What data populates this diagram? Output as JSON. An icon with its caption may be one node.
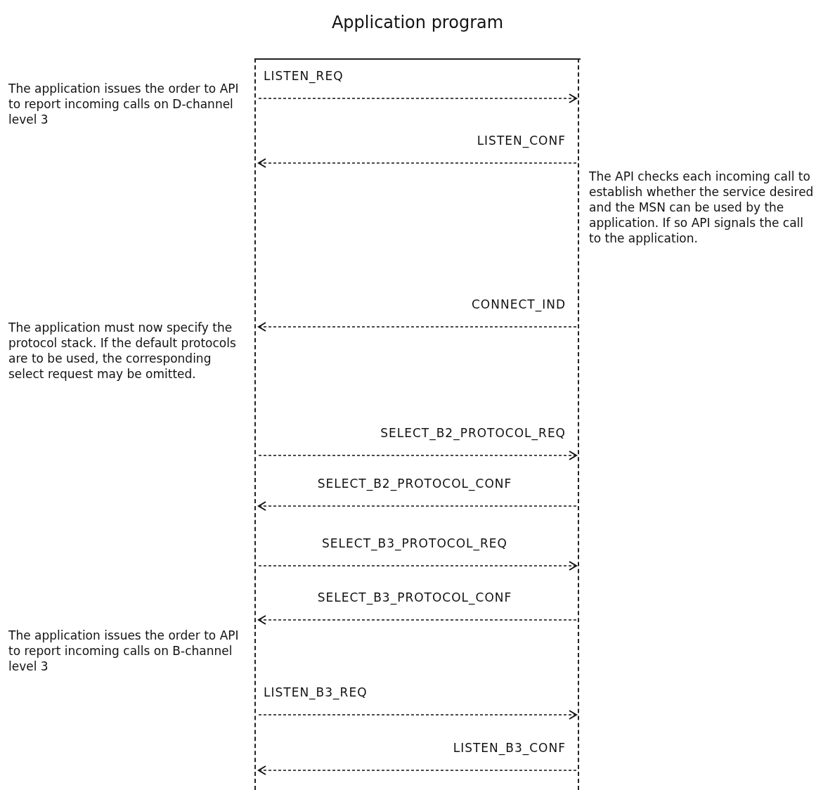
{
  "diagram": {
    "nodes": [
      {
        "text": [
          "Application program"
        ]
      },
      {
        "text": [],
        "shape": "bar",
        "in": 0
      },
      {
        "text": [],
        "shape": "bar",
        "in": 0
      }
    ],
    "edges": [
      {
        "from": 1,
        "to": 2,
        "arrow": "to",
        "label": "LISTEN_REQ",
        "style": "dashed"
      },
      {
        "from": 2,
        "to": 1,
        "arrow": "to",
        "label": "LISTEN_CONF",
        "style": "dashed"
      },
      {
        "from": 2,
        "to": 1,
        "arrow": "to",
        "label": "CONNECT_IND",
        "style": "dashed"
      },
      {
        "from": 1,
        "to": 2,
        "arrow": "to",
        "label": "SELECT_B2_PROTOCOL_REQ",
        "style": "dashed"
      },
      {
        "from": 2,
        "to": 1,
        "arrow": "to",
        "label": "SELECT_B2_PROTOCOL_CONF",
        "style": "dashed"
      },
      {
        "from": 1,
        "to": 2,
        "arrow": "to",
        "label": "SELECT_B3_PROTOCOL_REQ",
        "style": "dashed"
      },
      {
        "from": 2,
        "to": 1,
        "arrow": "to",
        "label": "SELECT_B3_PROTOCOL_CONF",
        "style": "dashed"
      },
      {
        "from": 1,
        "to": 2,
        "arrow": "to",
        "label": "LISTEN_B3_REQ",
        "style": "dashed"
      },
      {
        "from": 2,
        "to": 1,
        "arrow": "to",
        "label": "LISTEN_B3_CONF",
        "style": "dashed"
      }
    ],
    "labels": [
      "The application issues the order to API to report incoming calls on D-channel level 3",
      "The API checks each incoming call to establish whether the service desired and the MSN can be used by the application. If so API signals the call to the application.",
      "The application must now specify the protocol stack. If the default protocols are to be used, the corresponding select request may be omitted.",
      "The application issues the order to API to report incoming calls on B-channel level 3"
    ]
  }
}
